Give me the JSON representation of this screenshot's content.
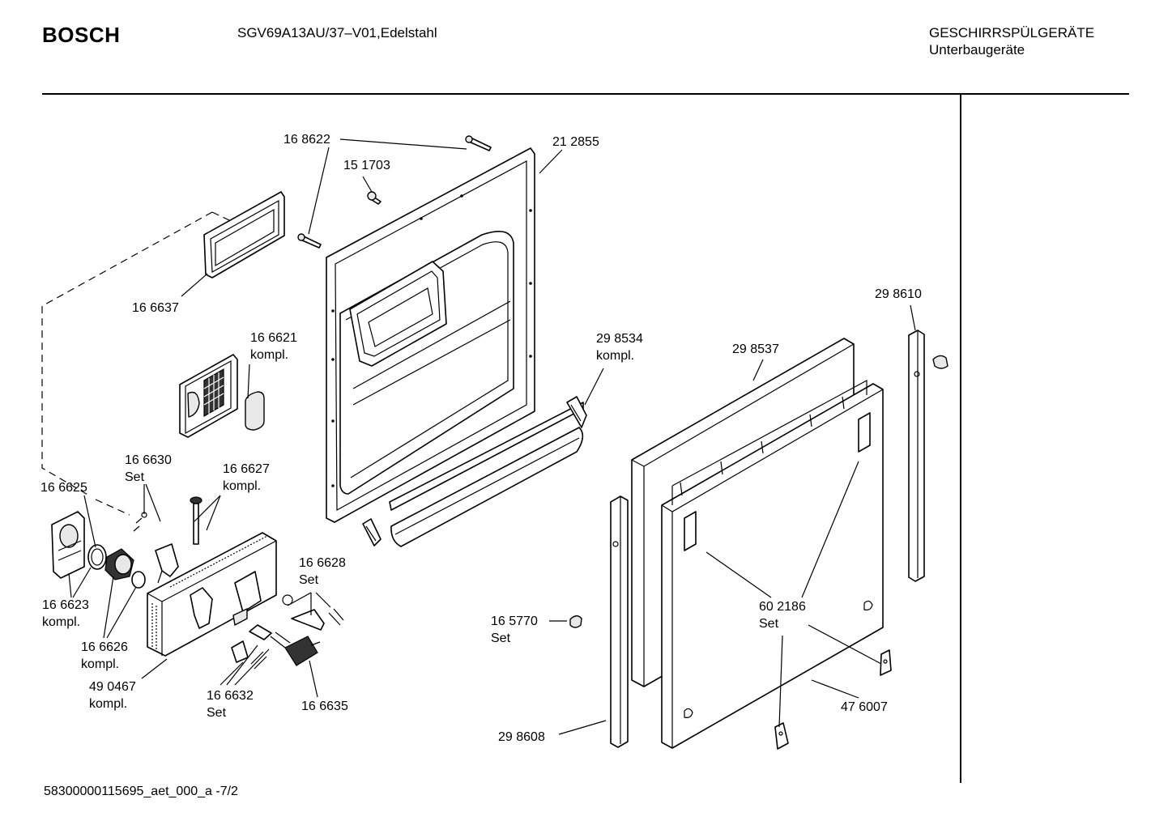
{
  "header": {
    "brand": "BOSCH",
    "model": "SGV69A13AU/37–V01,Edelstahl",
    "category_line1": "GESCHIRRSPÜLGERÄTE",
    "category_line2": "Unterbaugeräte"
  },
  "footer": {
    "doc_id": "58300000115695_aet_000_a  -7/2"
  },
  "labels": {
    "l168622": "16 8622",
    "l151703": "15 1703",
    "l212855": "21 2855",
    "l166637": "16 6637",
    "l166621": "16 6621",
    "l166621b": "kompl.",
    "l298610": "29 8610",
    "l298534": "29 8534",
    "l298534b": "kompl.",
    "l298537": "29 8537",
    "l166630": "16 6630",
    "l166630b": "Set",
    "l166627": "16 6627",
    "l166627b": "kompl.",
    "l166625": "16 6625",
    "l166628": "16 6628",
    "l166628b": "Set",
    "l166623": "16 6623",
    "l166623b": "kompl.",
    "l166626": "16 6626",
    "l166626b": "kompl.",
    "l490467": "49 0467",
    "l490467b": "kompl.",
    "l166632": "16 6632",
    "l166632b": "Set",
    "l166635": "16 6635",
    "l165770": "16 5770",
    "l165770b": "Set",
    "l602186": "60 2186",
    "l602186b": "Set",
    "l298608": "29 8608",
    "l476007": "47 6007"
  }
}
